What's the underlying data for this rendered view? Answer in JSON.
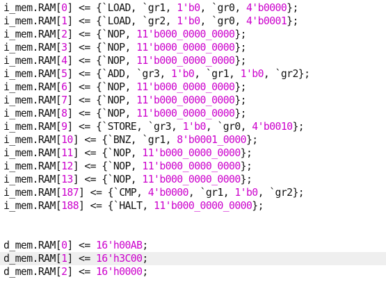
{
  "editor": {
    "current_line_index": 19,
    "colors": {
      "text": "#111111",
      "number": "#cc00cc",
      "current_line_bg": "#efefef",
      "background": "#ffffff"
    },
    "lines": [
      [
        [
          "t",
          "i_mem.RAM["
        ],
        [
          "n",
          "0"
        ],
        [
          "t",
          "] <= {`LOAD, `gr1, "
        ],
        [
          "n",
          "1'b0"
        ],
        [
          "t",
          ", `gr0, "
        ],
        [
          "n",
          "4'b0000"
        ],
        [
          "t",
          "};"
        ]
      ],
      [
        [
          "t",
          "i_mem.RAM["
        ],
        [
          "n",
          "1"
        ],
        [
          "t",
          "] <= {`LOAD, `gr2, "
        ],
        [
          "n",
          "1'b0"
        ],
        [
          "t",
          ", `gr0, "
        ],
        [
          "n",
          "4'b0001"
        ],
        [
          "t",
          "};"
        ]
      ],
      [
        [
          "t",
          "i_mem.RAM["
        ],
        [
          "n",
          "2"
        ],
        [
          "t",
          "] <= {`NOP, "
        ],
        [
          "n",
          "11'b000_0000_0000"
        ],
        [
          "t",
          "};"
        ]
      ],
      [
        [
          "t",
          "i_mem.RAM["
        ],
        [
          "n",
          "3"
        ],
        [
          "t",
          "] <= {`NOP, "
        ],
        [
          "n",
          "11'b000_0000_0000"
        ],
        [
          "t",
          "};"
        ]
      ],
      [
        [
          "t",
          "i_mem.RAM["
        ],
        [
          "n",
          "4"
        ],
        [
          "t",
          "] <= {`NOP, "
        ],
        [
          "n",
          "11'b000_0000_0000"
        ],
        [
          "t",
          "};"
        ]
      ],
      [
        [
          "t",
          "i_mem.RAM["
        ],
        [
          "n",
          "5"
        ],
        [
          "t",
          "] <= {`ADD, `gr3, "
        ],
        [
          "n",
          "1'b0"
        ],
        [
          "t",
          ", `gr1, "
        ],
        [
          "n",
          "1'b0"
        ],
        [
          "t",
          ", `gr2};"
        ]
      ],
      [
        [
          "t",
          "i_mem.RAM["
        ],
        [
          "n",
          "6"
        ],
        [
          "t",
          "] <= {`NOP, "
        ],
        [
          "n",
          "11'b000_0000_0000"
        ],
        [
          "t",
          "};"
        ]
      ],
      [
        [
          "t",
          "i_mem.RAM["
        ],
        [
          "n",
          "7"
        ],
        [
          "t",
          "] <= {`NOP, "
        ],
        [
          "n",
          "11'b000_0000_0000"
        ],
        [
          "t",
          "};"
        ]
      ],
      [
        [
          "t",
          "i_mem.RAM["
        ],
        [
          "n",
          "8"
        ],
        [
          "t",
          "] <= {`NOP, "
        ],
        [
          "n",
          "11'b000_0000_0000"
        ],
        [
          "t",
          "};"
        ]
      ],
      [
        [
          "t",
          "i_mem.RAM["
        ],
        [
          "n",
          "9"
        ],
        [
          "t",
          "] <= {`STORE, `gr3, "
        ],
        [
          "n",
          "1'b0"
        ],
        [
          "t",
          ", `gr0, "
        ],
        [
          "n",
          "4'b0010"
        ],
        [
          "t",
          "};"
        ]
      ],
      [
        [
          "t",
          "i_mem.RAM["
        ],
        [
          "n",
          "10"
        ],
        [
          "t",
          "] <= {`BNZ, `gr1, "
        ],
        [
          "n",
          "8'b0001_0000"
        ],
        [
          "t",
          "};"
        ]
      ],
      [
        [
          "t",
          "i_mem.RAM["
        ],
        [
          "n",
          "11"
        ],
        [
          "t",
          "] <= {`NOP, "
        ],
        [
          "n",
          "11'b000_0000_0000"
        ],
        [
          "t",
          "};"
        ]
      ],
      [
        [
          "t",
          "i_mem.RAM["
        ],
        [
          "n",
          "12"
        ],
        [
          "t",
          "] <= {`NOP, "
        ],
        [
          "n",
          "11'b000_0000_0000"
        ],
        [
          "t",
          "};"
        ]
      ],
      [
        [
          "t",
          "i_mem.RAM["
        ],
        [
          "n",
          "13"
        ],
        [
          "t",
          "] <= {`NOP, "
        ],
        [
          "n",
          "11'b000_0000_0000"
        ],
        [
          "t",
          "};"
        ]
      ],
      [
        [
          "t",
          "i_mem.RAM["
        ],
        [
          "n",
          "187"
        ],
        [
          "t",
          "] <= {`CMP, "
        ],
        [
          "n",
          "4'b0000"
        ],
        [
          "t",
          ", `gr1, "
        ],
        [
          "n",
          "1'b0"
        ],
        [
          "t",
          ", `gr2};"
        ]
      ],
      [
        [
          "t",
          "i_mem.RAM["
        ],
        [
          "n",
          "188"
        ],
        [
          "t",
          "] <= {`HALT, "
        ],
        [
          "n",
          "11'b000_0000_0000"
        ],
        [
          "t",
          "};"
        ]
      ],
      [],
      [],
      [
        [
          "t",
          "d_mem.RAM["
        ],
        [
          "n",
          "0"
        ],
        [
          "t",
          "] <= "
        ],
        [
          "n",
          "16'h00AB"
        ],
        [
          "t",
          ";"
        ]
      ],
      [
        [
          "t",
          "d_mem.RAM["
        ],
        [
          "n",
          "1"
        ],
        [
          "t",
          "] <= "
        ],
        [
          "n",
          "16'h3C00"
        ],
        [
          "t",
          ";"
        ]
      ],
      [
        [
          "t",
          "d_mem.RAM["
        ],
        [
          "n",
          "2"
        ],
        [
          "t",
          "] <= "
        ],
        [
          "n",
          "16'h0000"
        ],
        [
          "t",
          ";"
        ]
      ]
    ]
  }
}
